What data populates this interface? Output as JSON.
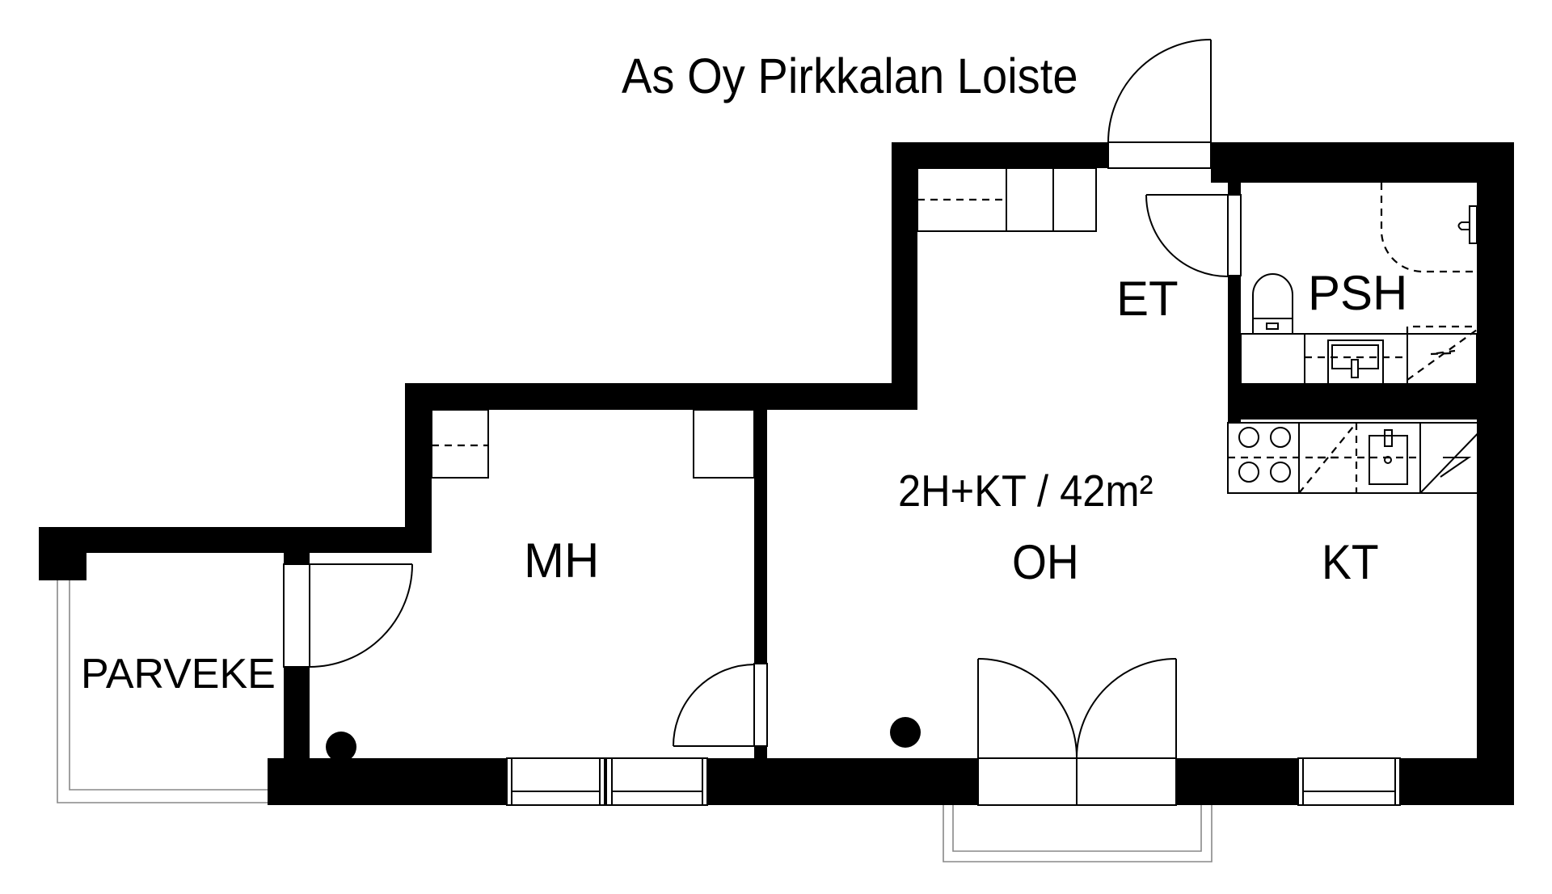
{
  "plan": {
    "title": "As Oy Pirkkalan Loiste",
    "summary": "2H+KT / 42m²",
    "rooms": {
      "et": "ET",
      "psh": "PSH",
      "mh": "MH",
      "oh": "OH",
      "kt": "KT",
      "parveke": "PARVEKE"
    },
    "colors": {
      "wall": "#000000",
      "background": "#ffffff",
      "railing": "#888888"
    }
  }
}
